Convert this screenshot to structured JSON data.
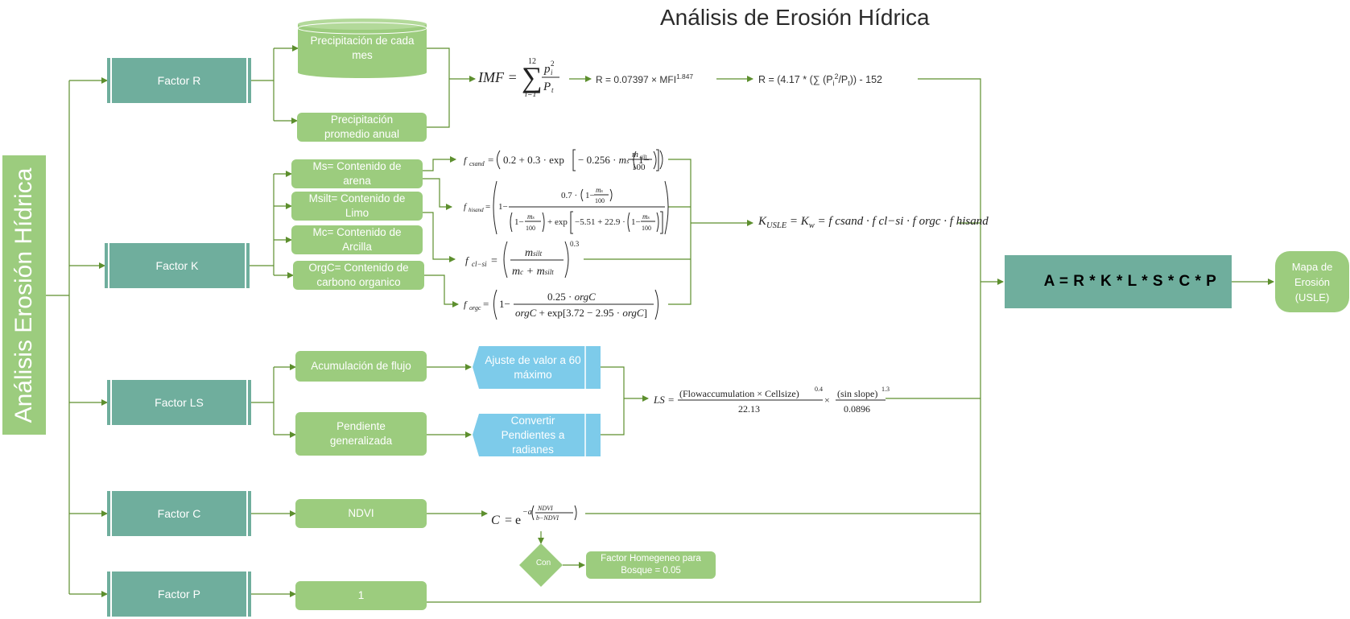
{
  "title": "Análisis de Erosión Hídrica",
  "vertical_title": "Análisis Erosión Hídrica",
  "factors": {
    "r": "Factor R",
    "k": "Factor K",
    "ls": "Factor LS",
    "c": "Factor C",
    "p": "Factor P"
  },
  "r_inputs": {
    "precip_mensual": "Precipitación de cada mes",
    "precip_anual": "Precipitación promedio anual"
  },
  "k_inputs": {
    "ms": "Ms= Contenido de arena",
    "msilt": "Msilt= Contenido de Limo",
    "mc": "Mc= Contenido de Arcilla",
    "orgc": "OrgC= Contenido de carbono organico"
  },
  "ls_inputs": {
    "acumulacion": "Acumulación de flujo",
    "pendiente": "Pendiente generalizada",
    "ajuste": "Ajuste de valor a 60 máximo",
    "convertir": "Convertir Pendientes a radianes"
  },
  "c_inputs": {
    "ndvi": "NDVI",
    "con": "Con",
    "factor_homogeneo": "Factor Homegeneo para Bosque = 0.05"
  },
  "p_inputs": {
    "valor": "1"
  },
  "equations": {
    "imf_lhs": "IMF =",
    "imf_sum_top": "12",
    "imf_sum_bottom": "i=1",
    "r_simple": "R = 0.07397 × MFI",
    "r_simple_exp": "1.847",
    "r_full": "R = (4.17 * (∑ (P",
    "r_full_tail": "/P",
    "r_full_end": ")) - 152",
    "k_usle": "K",
    "k_usle_sub": "USLE",
    "k_usle_rhs": "= K",
    "k_usle_rhs_sub": "w",
    "k_usle_terms": "= f csand · f cl−si · f orgc · f hisand"
  },
  "final_equation": "A = R * K * L * S * C * P",
  "output": "Mapa de Erosión (USLE)",
  "colors": {
    "teal": "#6fae9d",
    "green": "#9ccc7e",
    "blue": "#7dcbea",
    "arrow": "#5d8f2e"
  }
}
